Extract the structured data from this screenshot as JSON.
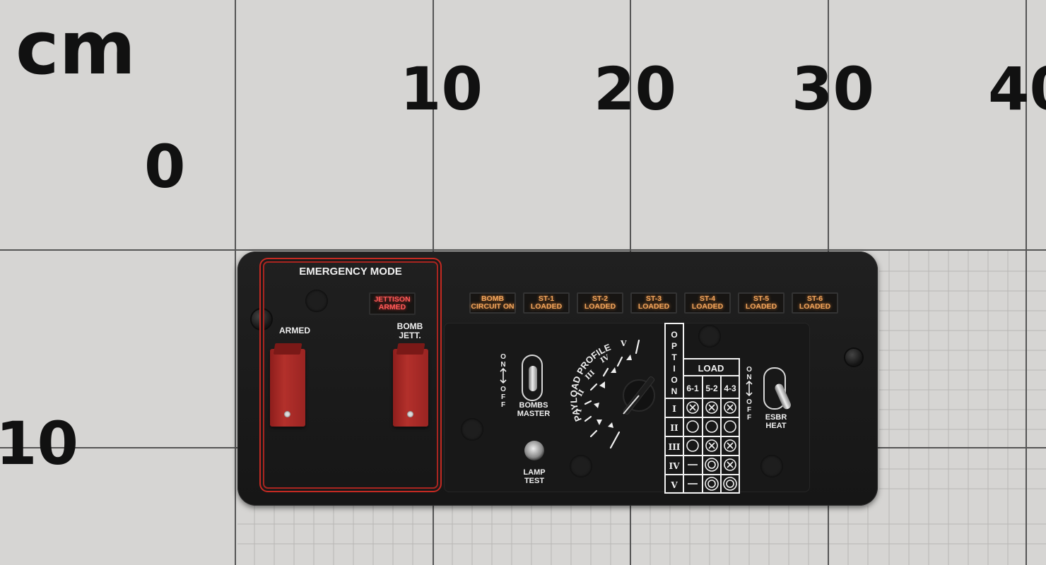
{
  "scale": {
    "unit": "cm",
    "top_ticks": [
      "10",
      "20",
      "30",
      "40"
    ],
    "left_ticks": [
      "0",
      "10"
    ]
  },
  "panel": {
    "emergency": {
      "title": "EMERGENCY MODE",
      "jettison_indicator": "JETTISON\nARMED",
      "armed_label": "ARMED",
      "bomb_jett_label": "BOMB\nJETT."
    },
    "annunciators": [
      {
        "text": "BOMB\nCIRCUIT ON"
      },
      {
        "text": "ST-1\nLOADED"
      },
      {
        "text": "ST-2\nLOADED"
      },
      {
        "text": "ST-3\nLOADED"
      },
      {
        "text": "ST-4\nLOADED"
      },
      {
        "text": "ST-5\nLOADED"
      },
      {
        "text": "ST-6\nLOADED"
      }
    ],
    "bombs_master": {
      "on": "ON",
      "off": "OFF",
      "label": "BOMBS\nMASTER"
    },
    "lamp_test": "LAMP\nTEST",
    "payload_profile": {
      "title": "PAYLOAD PROFILE",
      "positions": [
        "I",
        "II",
        "III",
        "IV",
        "V"
      ]
    },
    "option_table": {
      "option_header": "OPTION",
      "load_header": "LOAD",
      "columns": [
        "6-1",
        "5-2",
        "4-3"
      ],
      "rows": [
        "I",
        "II",
        "III",
        "IV",
        "V"
      ]
    },
    "esbr_heat": {
      "on": "ON",
      "off": "OFF",
      "label": "ESBR\nHEAT"
    }
  },
  "colors": {
    "panel": "#1c1c1c",
    "emergency_border": "#c42a22",
    "annunciator_amber": "#f2a55c",
    "annunciator_red": "#ff5a58",
    "guard_red": "#b3302b"
  }
}
